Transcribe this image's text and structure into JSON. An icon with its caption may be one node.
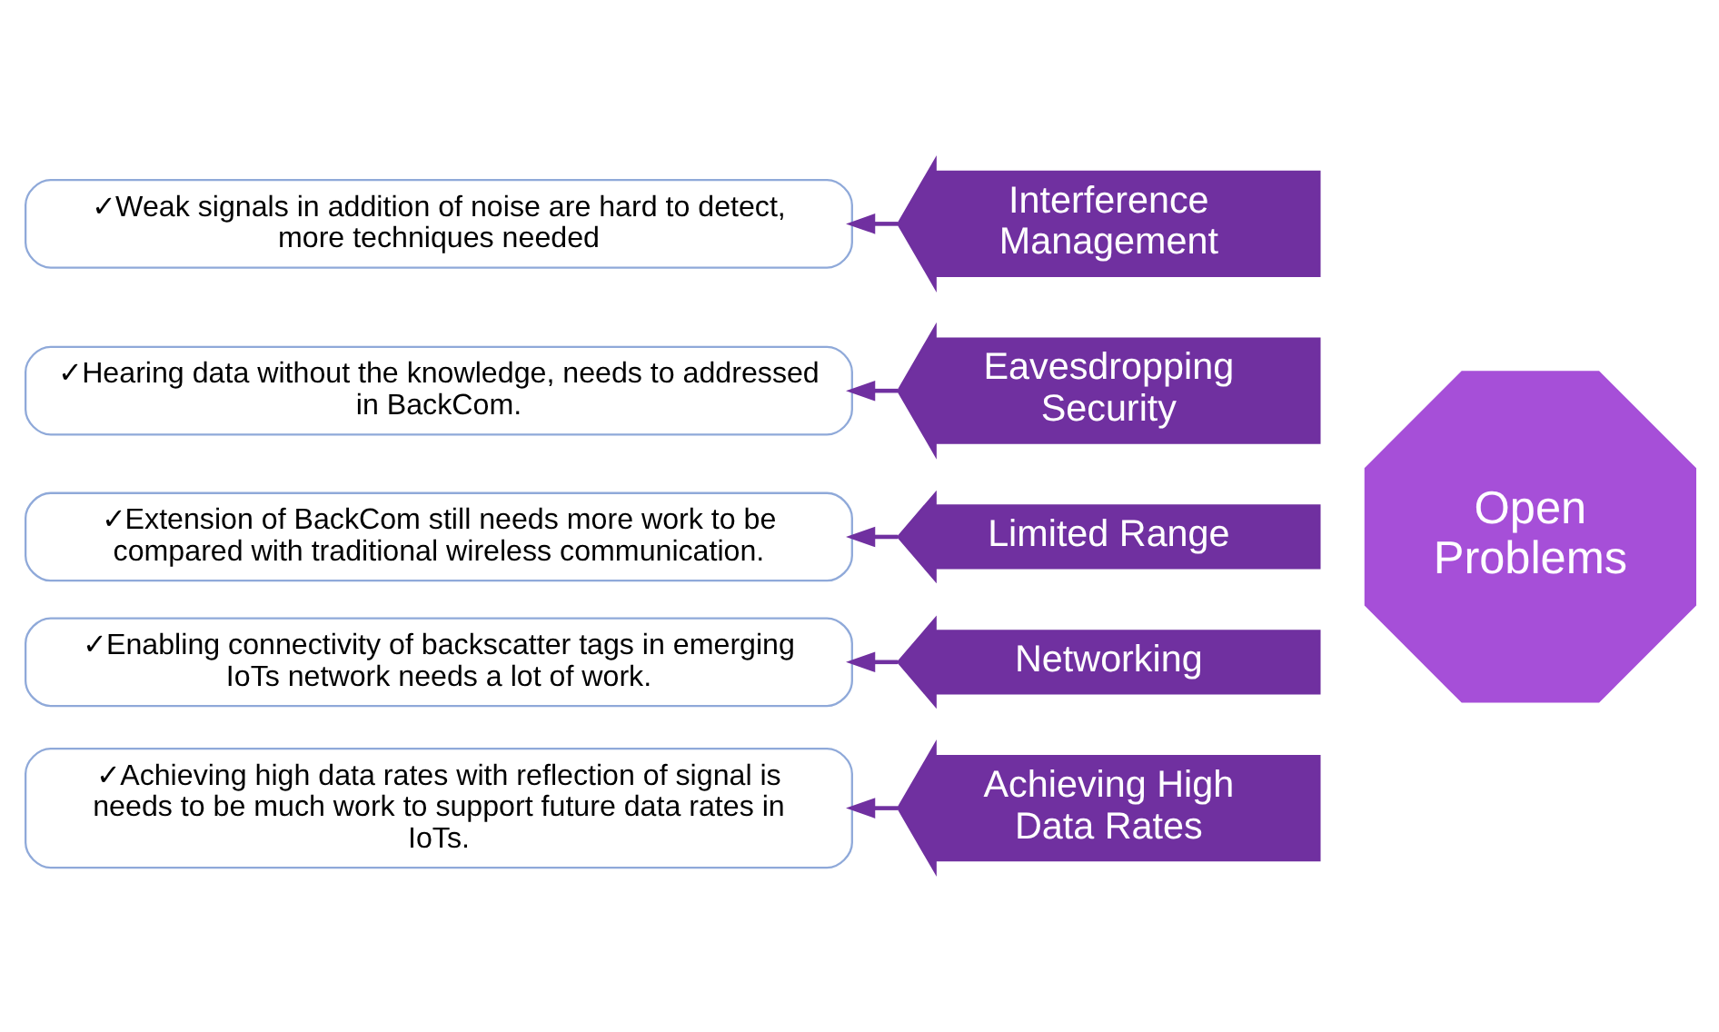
{
  "diagram": {
    "nodes": [
      {
        "text": [
          "Open Problems"
        ]
      },
      {
        "text": [
          "Interference Management"
        ]
      },
      {
        "text": [
          "✓Weak signals in addition of noise are hard to detect, more techniques needed"
        ]
      },
      {
        "text": [
          "Eavesdropping Security"
        ]
      },
      {
        "text": [
          "✓Hearing data without the knowledge, needs to addressed in BackCom."
        ]
      },
      {
        "text": [
          "Limited Range"
        ]
      },
      {
        "text": [
          "✓Extension of BackCom still needs more work to be compared with traditional wireless communication."
        ]
      },
      {
        "text": [
          "Networking"
        ]
      },
      {
        "text": [
          "✓Enabling connectivity of backscatter tags in emerging IoTs network needs a lot of work."
        ]
      },
      {
        "text": [
          "Achieving High Data Rates"
        ]
      },
      {
        "text": [
          "✓Achieving high data rates with reflection of signal is needs to be much work to support future data rates in IoTs."
        ]
      }
    ],
    "edges": [
      {
        "from": 1,
        "to": 2,
        "arrow": "to"
      },
      {
        "from": 3,
        "to": 4,
        "arrow": "to"
      },
      {
        "from": 5,
        "to": 6,
        "arrow": "to"
      },
      {
        "from": 7,
        "to": 8,
        "arrow": "to"
      },
      {
        "from": 9,
        "to": 10,
        "arrow": "to"
      }
    ]
  }
}
